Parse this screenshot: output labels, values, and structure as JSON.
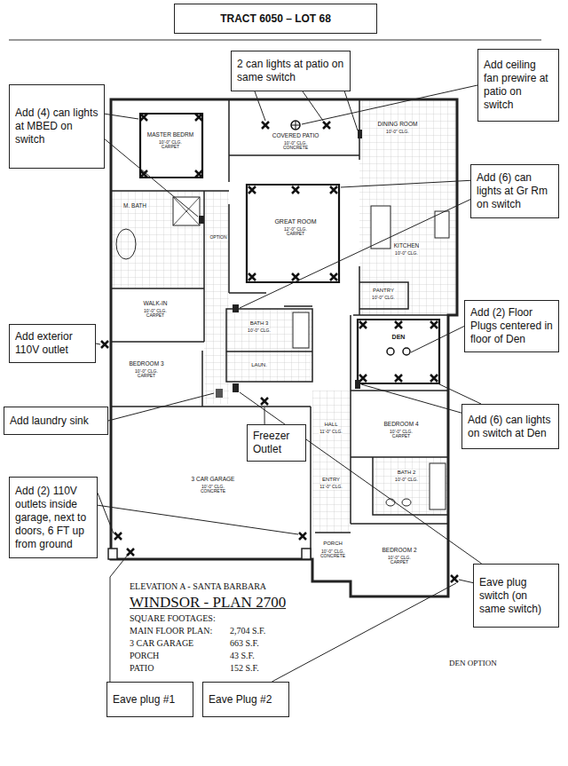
{
  "diagram": {
    "title": "TRACT 6050 – LOT 68",
    "nodes": [
      {
        "text": [
          "2 can lights at patio on same switch"
        ]
      },
      {
        "text": [
          "Add ceiling fan prewire at patio on switch"
        ]
      },
      {
        "text": [
          "Add (4) can lights at MBED on switch"
        ]
      },
      {
        "text": [
          "Add (6) can lights at Gr Rm on switch"
        ]
      },
      {
        "text": [
          "Add (2) Floor Plugs centered in floor of Den"
        ]
      },
      {
        "text": [
          "Add exterior 110V outlet"
        ]
      },
      {
        "text": [
          "Add laundry sink"
        ]
      },
      {
        "text": [
          "Freezer Outlet"
        ]
      },
      {
        "text": [
          "Add (6) can lights on switch at Den"
        ]
      },
      {
        "text": [
          "Add (2) 110V outlets inside garage, next to doors, 6 FT up from ground"
        ]
      },
      {
        "text": [
          "Eave plug switch (on same switch)"
        ]
      },
      {
        "text": [
          "Eave plug #1"
        ]
      },
      {
        "text": [
          "Eave Plug #2"
        ]
      }
    ],
    "labels": [
      "MASTER BEDRM",
      "10'-0\" CLG. CARPET",
      "COVERED PATIO",
      "10'-0\" CLG. CONCRETE",
      "DINING ROOM",
      "10'-0\" CLG.",
      "GREAT ROOM",
      "12'-0\" CLG. CARPET",
      "KITCHEN",
      "10'-0\" CLG.",
      "PANTRY",
      "10'-0\" CLG.",
      "M. BATH",
      "OPTION",
      "WALK-IN",
      "10'-0\" CLG. CARPET",
      "BATH 3",
      "10'-0\" CLG.",
      "LAUN.",
      "DEN",
      "BEDROOM 3",
      "10'-0\" CLG. CARPET",
      "HALL",
      "11'-0\" CLG.",
      "BEDROOM 4",
      "10'-0\" CLG. CARPET",
      "ENTRY",
      "11'-0\" CLG.",
      "BATH 2",
      "10'-0\" CLG.",
      "3 CAR GARAGE",
      "10'-0\" CLG. CONCRETE",
      "PORCH",
      "10'-0\" CLG. CONCRETE",
      "BEDROOM 2",
      "10'-0\" CLG. CARPET",
      "ELEVATION A - SANTA BARBARA",
      "WINDSOR - PLAN 2700",
      "SQUARE FOOTAGES:",
      "MAIN FLOOR PLAN:",
      "2,704 S.F.",
      "3 CAR GARAGE",
      "663 S.F.",
      "PORCH",
      "43 S.F.",
      "PATIO",
      "152 S.F.",
      "DEN OPTION"
    ]
  }
}
